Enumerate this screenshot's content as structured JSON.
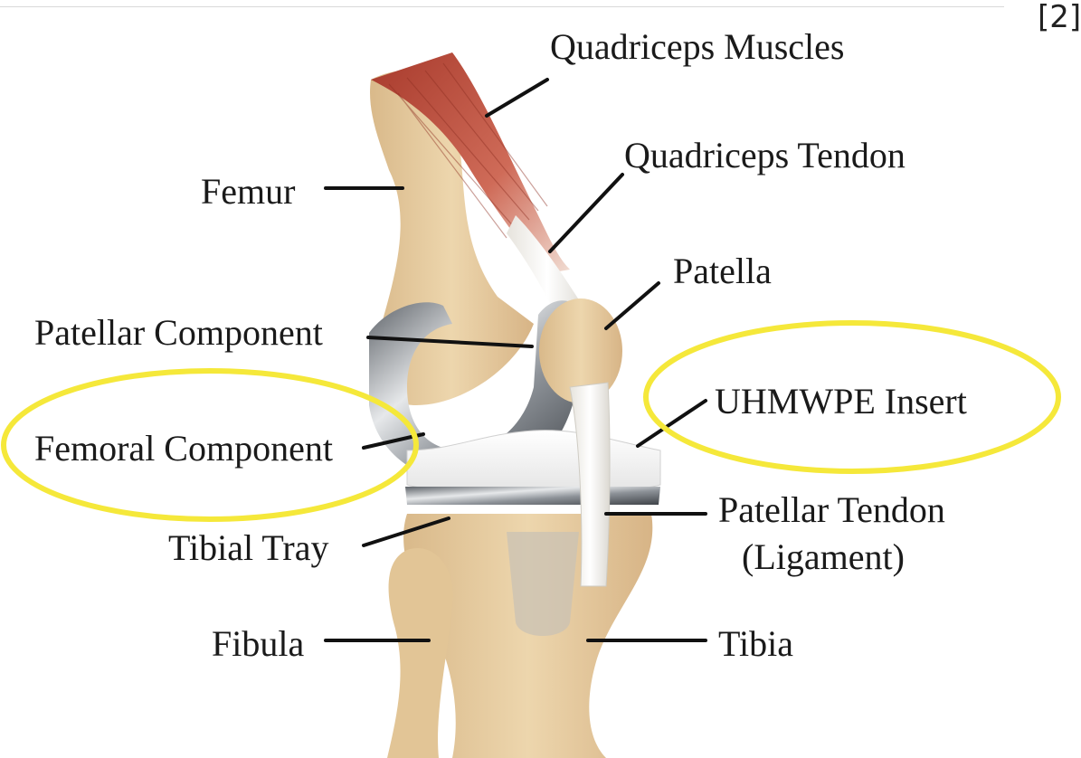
{
  "citation": "[2]",
  "labels": {
    "quadriceps_muscles": "Quadriceps  Muscles",
    "quadriceps_tendon": "Quadriceps Tendon",
    "femur": "Femur",
    "patella": "Patella",
    "patellar_component": "Patellar Component",
    "femoral_component": "Femoral Component",
    "uhmwpe_insert": "UHMWPE Insert",
    "tibial_tray": "Tibial Tray",
    "patellar_tendon": "Patellar Tendon",
    "patellar_tendon_sub": "(Ligament)",
    "fibula": "Fibula",
    "tibia": "Tibia"
  },
  "highlights": [
    "Femoral Component",
    "UHMWPE Insert"
  ],
  "colors": {
    "bone": "#e8cfa3",
    "muscle": "#b84a3a",
    "tendon": "#f2f0ea",
    "metal": "#8a8f96",
    "highlight_ring": "#f5e83a",
    "text": "#1a1a1a"
  }
}
